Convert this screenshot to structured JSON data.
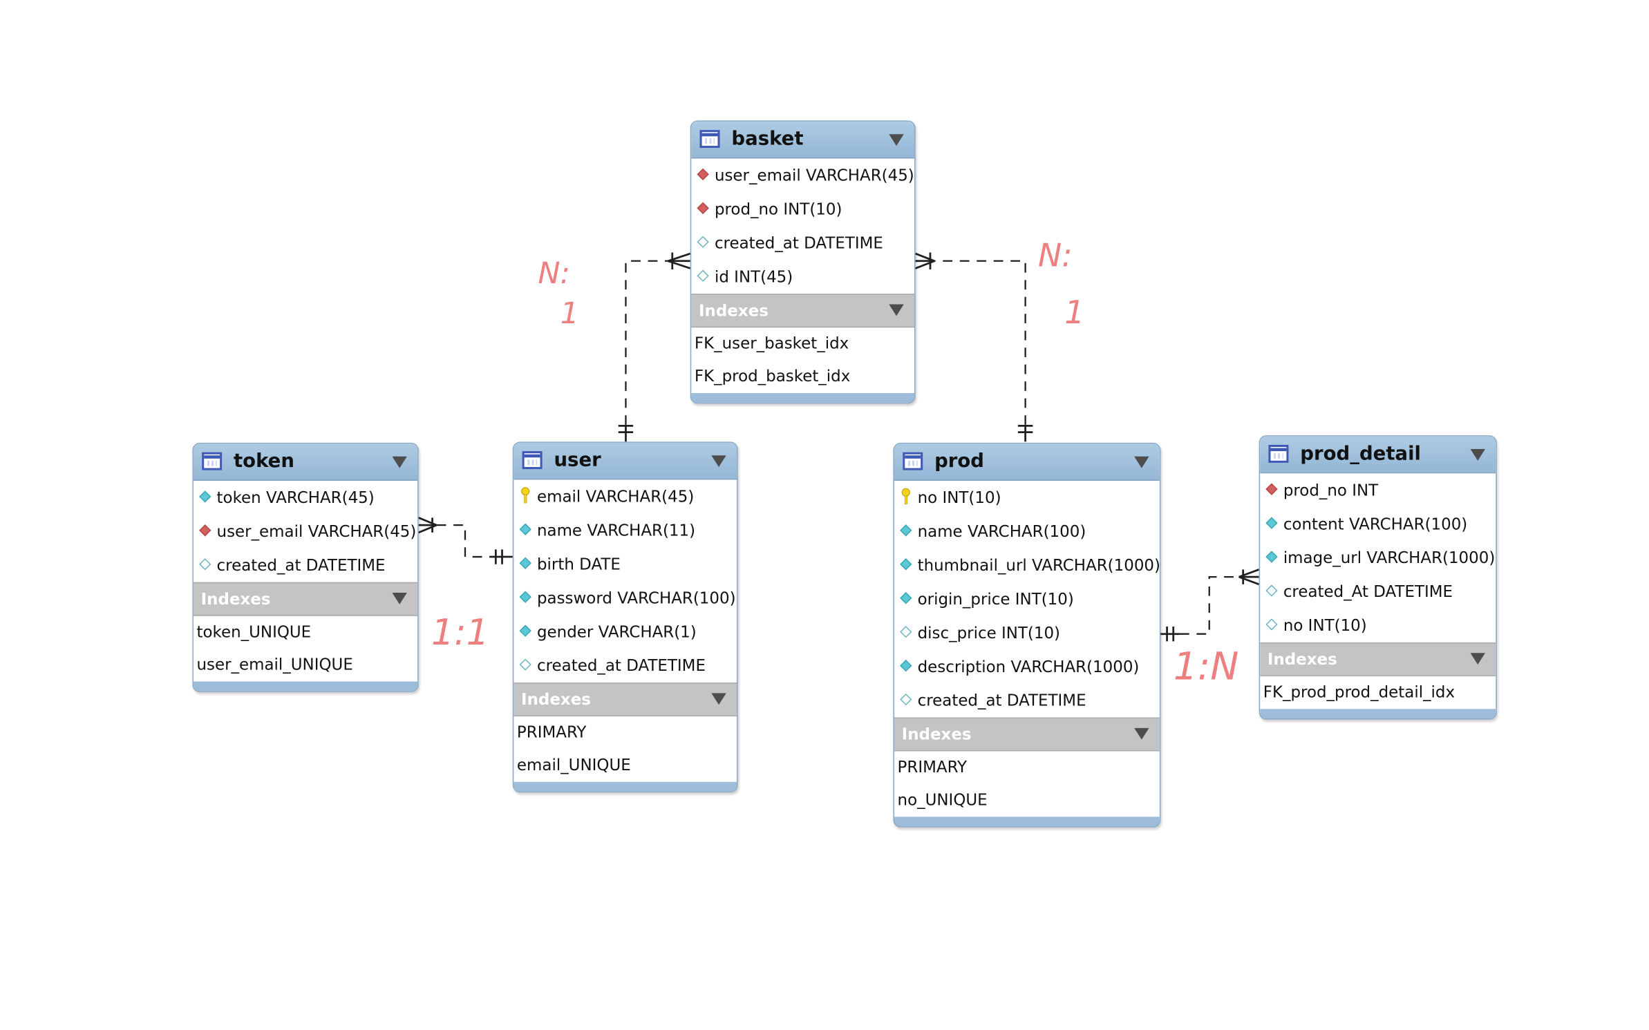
{
  "entities": {
    "basket": {
      "title": "basket",
      "fields": [
        {
          "name": "user_email VARCHAR(45)",
          "icon": "fk-diamond-icon"
        },
        {
          "name": "prod_no INT(10)",
          "icon": "fk-diamond-icon"
        },
        {
          "name": "created_at DATETIME",
          "icon": "nullable-diamond-icon"
        },
        {
          "name": "id INT(45)",
          "icon": "nullable-diamond-icon"
        }
      ],
      "indexes_label": "Indexes",
      "indexes": [
        "FK_user_basket_idx",
        "FK_prod_basket_idx"
      ]
    },
    "token": {
      "title": "token",
      "fields": [
        {
          "name": "token VARCHAR(45)",
          "icon": "notnull-diamond-icon"
        },
        {
          "name": "user_email VARCHAR(45)",
          "icon": "fk-diamond-icon"
        },
        {
          "name": "created_at DATETIME",
          "icon": "nullable-diamond-icon"
        }
      ],
      "indexes_label": "Indexes",
      "indexes": [
        "token_UNIQUE",
        "user_email_UNIQUE"
      ]
    },
    "user": {
      "title": "user",
      "fields": [
        {
          "name": "email VARCHAR(45)",
          "icon": "primary-key-icon"
        },
        {
          "name": "name VARCHAR(11)",
          "icon": "notnull-diamond-icon"
        },
        {
          "name": "birth DATE",
          "icon": "notnull-diamond-icon"
        },
        {
          "name": "password VARCHAR(100)",
          "icon": "notnull-diamond-icon"
        },
        {
          "name": "gender VARCHAR(1)",
          "icon": "notnull-diamond-icon"
        },
        {
          "name": "created_at DATETIME",
          "icon": "nullable-diamond-icon"
        }
      ],
      "indexes_label": "Indexes",
      "indexes": [
        "PRIMARY",
        "email_UNIQUE"
      ]
    },
    "prod": {
      "title": "prod",
      "fields": [
        {
          "name": "no INT(10)",
          "icon": "primary-key-icon"
        },
        {
          "name": "name VARCHAR(100)",
          "icon": "notnull-diamond-icon"
        },
        {
          "name": "thumbnail_url VARCHAR(1000)",
          "icon": "notnull-diamond-icon"
        },
        {
          "name": "origin_price INT(10)",
          "icon": "notnull-diamond-icon"
        },
        {
          "name": "disc_price INT(10)",
          "icon": "nullable-diamond-icon"
        },
        {
          "name": "description VARCHAR(1000)",
          "icon": "notnull-diamond-icon"
        },
        {
          "name": "created_at DATETIME",
          "icon": "nullable-diamond-icon"
        }
      ],
      "indexes_label": "Indexes",
      "indexes": [
        "PRIMARY",
        "no_UNIQUE"
      ]
    },
    "prod_detail": {
      "title": "prod_detail",
      "fields": [
        {
          "name": "prod_no INT",
          "icon": "fk-diamond-icon"
        },
        {
          "name": "content VARCHAR(100)",
          "icon": "notnull-diamond-icon"
        },
        {
          "name": "image_url VARCHAR(1000)",
          "icon": "notnull-diamond-icon"
        },
        {
          "name": "created_At DATETIME",
          "icon": "nullable-diamond-icon"
        },
        {
          "name": "no INT(10)",
          "icon": "nullable-diamond-icon"
        }
      ],
      "indexes_label": "Indexes",
      "indexes": [
        "FK_prod_prod_detail_idx"
      ]
    }
  },
  "annotations": {
    "user_basket": {
      "line1": "N:",
      "line2": "1"
    },
    "prod_basket": {
      "line1": "N:",
      "line2": "1"
    },
    "token_user": "1:1",
    "prod_prod_detail": "1:N"
  },
  "colors": {
    "header": "#9cbcd9",
    "indexes_bar": "#c4c4c4",
    "fk_icon": "#d35e5e",
    "notnull_icon": "#5cc8d6",
    "pk_icon": "#f2d21b",
    "annotation": "#ee7f7f"
  }
}
